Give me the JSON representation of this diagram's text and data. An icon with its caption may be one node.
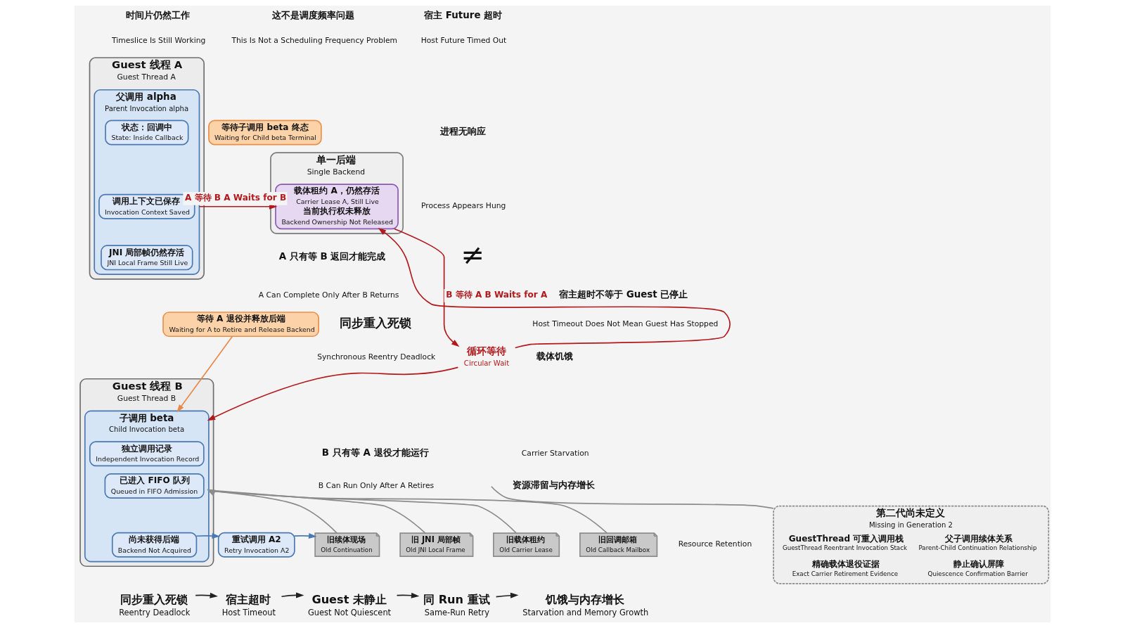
{
  "diagram": {
    "nodes": [
      {
        "text": [
          "Guest 线程 A",
          "Guest Thread A"
        ]
      },
      {
        "text": [
          "父调用 alpha",
          "Parent Invocation alpha"
        ],
        "in": 0
      },
      {
        "text": [
          "状态：回调中",
          "State: Inside Callback"
        ],
        "in": 1
      },
      {
        "text": [
          "调用上下文已保存",
          "Invocation Context Saved"
        ],
        "in": 1
      },
      {
        "text": [
          "JNI 局部帧仍然存活",
          "JNI Local Frame Still Live"
        ],
        "in": 1
      },
      {
        "text": [
          "等待子调用 beta 终态",
          "Waiting for Child beta Terminal"
        ]
      },
      {
        "text": [
          "单一后端",
          "Single Backend"
        ]
      },
      {
        "text": [
          "载体租约 A，仍然存活",
          "Carrier Lease A, Still Live",
          "当前执行权未释放",
          "Backend Ownership Not Released"
        ],
        "in": 6
      },
      {
        "text": [
          "等待 A 退役并释放后端",
          "Waiting for A to Retire and Release Backend"
        ]
      },
      {
        "text": [
          "循环等待",
          "Circular Wait"
        ]
      },
      {
        "text": [
          "Guest 线程 B",
          "Guest Thread B"
        ]
      },
      {
        "text": [
          "子调用 beta",
          "Child Invocation beta"
        ],
        "in": 10
      },
      {
        "text": [
          "独立调用记录",
          "Independent Invocation Record"
        ],
        "in": 11
      },
      {
        "text": [
          "已进入 FIFO 队列",
          "Queued in FIFO Admission"
        ],
        "in": 11
      },
      {
        "text": [
          "尚未获得后端",
          "Backend Not Acquired"
        ],
        "in": 11
      },
      {
        "text": [
          "重试调用 A2",
          "Retry Invocation A2"
        ]
      },
      {
        "text": [
          "旧续体现场",
          "Old Continuation"
        ]
      },
      {
        "text": [
          "旧 JNI 局部帧",
          "Old JNI Local Frame"
        ]
      },
      {
        "text": [
          "旧载体租约",
          "Old Carrier Lease"
        ]
      },
      {
        "text": [
          "旧回调邮箱",
          "Old Callback Mailbox"
        ]
      },
      {
        "text": [
          "第二代尚未定义",
          "Missing in Generation 2",
          "GuestThread 可重入调用栈",
          "GuestThread Reentrant Invocation Stack",
          "父子调用续体关系",
          "Parent-Child Continuation Relationship",
          "精确载体退役证据",
          "Exact Carrier Retirement Evidence",
          "静止确认屏障",
          "Quiescence Confirmation Barrier"
        ]
      },
      {
        "text": [
          "同步重入死锁",
          "Reentry Deadlock"
        ]
      },
      {
        "text": [
          "宿主超时",
          "Host Timeout"
        ]
      },
      {
        "text": [
          "Guest 未静止",
          "Guest Not Quiescent"
        ]
      },
      {
        "text": [
          "同 Run 重试",
          "Same-Run Retry"
        ]
      },
      {
        "text": [
          "饥饿与内存增长",
          "Starvation and Memory Growth"
        ]
      }
    ],
    "edges": [
      {
        "from": 1,
        "to": 7,
        "arrow": "to",
        "label": "A 等待 B A Waits for B",
        "color": "#b3191c"
      },
      {
        "from": 9,
        "to": 7,
        "arrow": "to",
        "color": "#b3191c"
      },
      {
        "from": 7,
        "to": 9,
        "arrow": "to",
        "label": "B 等待 A B Waits for A",
        "color": "#b3191c"
      },
      {
        "from": 9,
        "to": 11,
        "arrow": "to",
        "color": "#b3191c"
      },
      {
        "from": 8,
        "to": 11,
        "arrow": "to",
        "color": "#e8894a"
      },
      {
        "from": 16,
        "to": 11,
        "arrow": "to",
        "color": "#8c8c8c"
      },
      {
        "from": 17,
        "to": 11,
        "arrow": "to",
        "color": "#8c8c8c"
      },
      {
        "from": 18,
        "to": 11,
        "arrow": "to",
        "color": "#8c8c8c"
      },
      {
        "from": 19,
        "to": 11,
        "arrow": "to",
        "color": "#8c8c8c"
      },
      {
        "from": null,
        "to": 20,
        "arrow": "none",
        "color": "#8c8c8c"
      },
      {
        "from": 14,
        "to": 15,
        "arrow": "to",
        "color": "#4a7ab5"
      },
      {
        "from": 15,
        "to": 16,
        "arrow": "to",
        "color": "#4a7ab5"
      },
      {
        "from": 21,
        "to": 22,
        "arrow": "to",
        "color": "#222222"
      },
      {
        "from": 22,
        "to": 23,
        "arrow": "to",
        "color": "#222222"
      },
      {
        "from": 23,
        "to": 24,
        "arrow": "to",
        "color": "#222222"
      },
      {
        "from": 24,
        "to": 25,
        "arrow": "to",
        "color": "#222222"
      }
    ],
    "labels": [
      "时间片仍然工作",
      "Timeslice Is Still Working",
      "这不是调度频率问题",
      "This Is Not a Scheduling Frequency Problem",
      "宿主 Future 超时",
      "Host Future Timed Out",
      "进程无响应",
      "Process Appears Hung",
      "A 只有等 B 返回才能完成",
      "A Can Complete Only After B Returns",
      "同步重入死锁",
      "Synchronous Reentry Deadlock",
      "≠",
      "宿主超时不等于 Guest 已停止",
      "Host Timeout Does Not Mean Guest Has Stopped",
      "B 只有等 A 退役才能运行",
      "B Can Run Only After A Retires",
      "载体饥饿",
      "Carrier Starvation",
      "资源滞留与内存增长",
      "Resource Retention"
    ]
  }
}
